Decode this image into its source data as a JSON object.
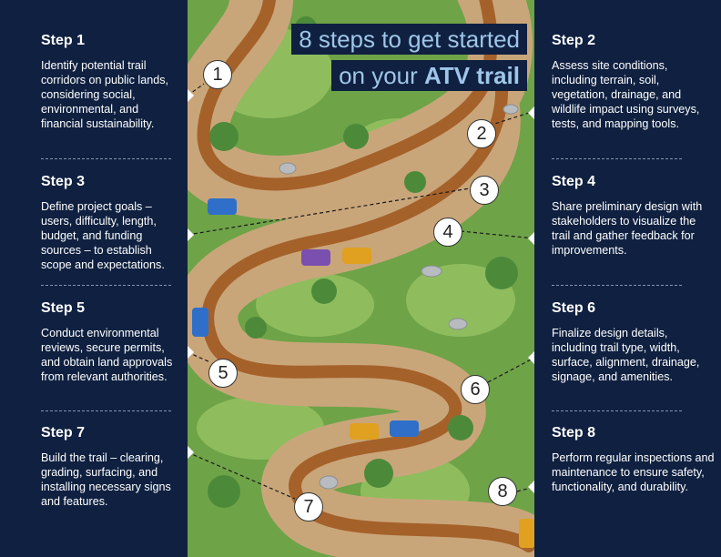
{
  "title": {
    "line1": "8 steps to get started",
    "line2_prefix": "on your ",
    "line2_bold": "ATV trail"
  },
  "steps": [
    {
      "heading": "Step 1",
      "text": "Identify potential trail corridors on public lands, considering social, environmental, and financial sustainability."
    },
    {
      "heading": "Step 2",
      "text": "Assess site conditions, including terrain, soil, vegetation, drainage, and wildlife impact using surveys, tests, and mapping tools."
    },
    {
      "heading": "Step 3",
      "text": "Define project goals – users, difficulty, length, budget, and funding sources – to establish scope and expectations."
    },
    {
      "heading": "Step 4",
      "text": "Share preliminary design with stakeholders to visualize the trail and gather feedback for improvements."
    },
    {
      "heading": "Step 5",
      "text": "Conduct environmental reviews, secure permits, and obtain land approvals from relevant authorities."
    },
    {
      "heading": "Step 6",
      "text": "Finalize design details, including trail type, width, surface, alignment, drainage, signage, and amenities."
    },
    {
      "heading": "Step 7",
      "text": "Build the trail – clearing, grading, surfacing, and installing necessary signs and features."
    },
    {
      "heading": "Step 8",
      "text": "Perform regular inspections and maintenance to ensure safety, functionality, and durability."
    }
  ],
  "markers": [
    "1",
    "2",
    "3",
    "4",
    "5",
    "6",
    "7",
    "8"
  ],
  "colors": {
    "background": "#0f2040",
    "title_accent": "#9fc6e8",
    "trail": "#a5612a",
    "dirt": "#c9a67a",
    "grass": "#6ea348"
  }
}
